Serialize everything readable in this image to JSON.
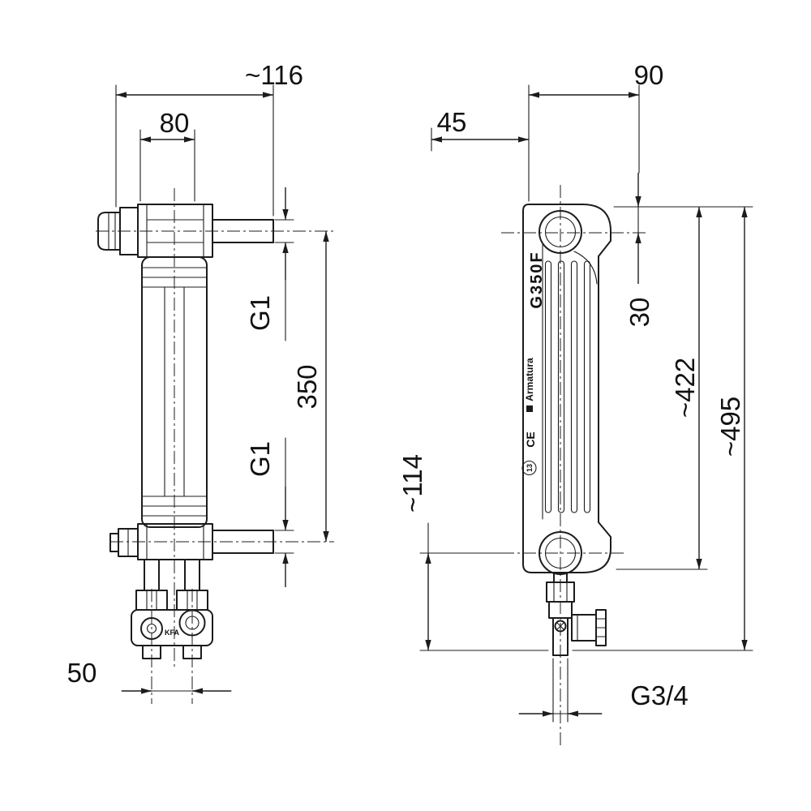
{
  "colors": {
    "line": "#1c1c1c",
    "background": "#ffffff"
  },
  "top_view": {
    "dim_overall_width": "~116",
    "dim_header_width": "80",
    "dim_thread_top": "G1",
    "dim_connection_pitch": "350",
    "dim_thread_bottom": "G1",
    "dim_valve_spacing": "50",
    "valve_label": "KFA"
  },
  "side_view": {
    "dim_depth": "90",
    "dim_front_offset": "45",
    "dim_hub_offset": "30",
    "dim_height_connections": "~422",
    "dim_height_overall": "~495",
    "dim_valve_drop": "~114",
    "dim_valve_thread": "G3/4",
    "model": "G350F",
    "brand": "Armatura",
    "ce_mark": "CE",
    "cert_number": "13"
  }
}
